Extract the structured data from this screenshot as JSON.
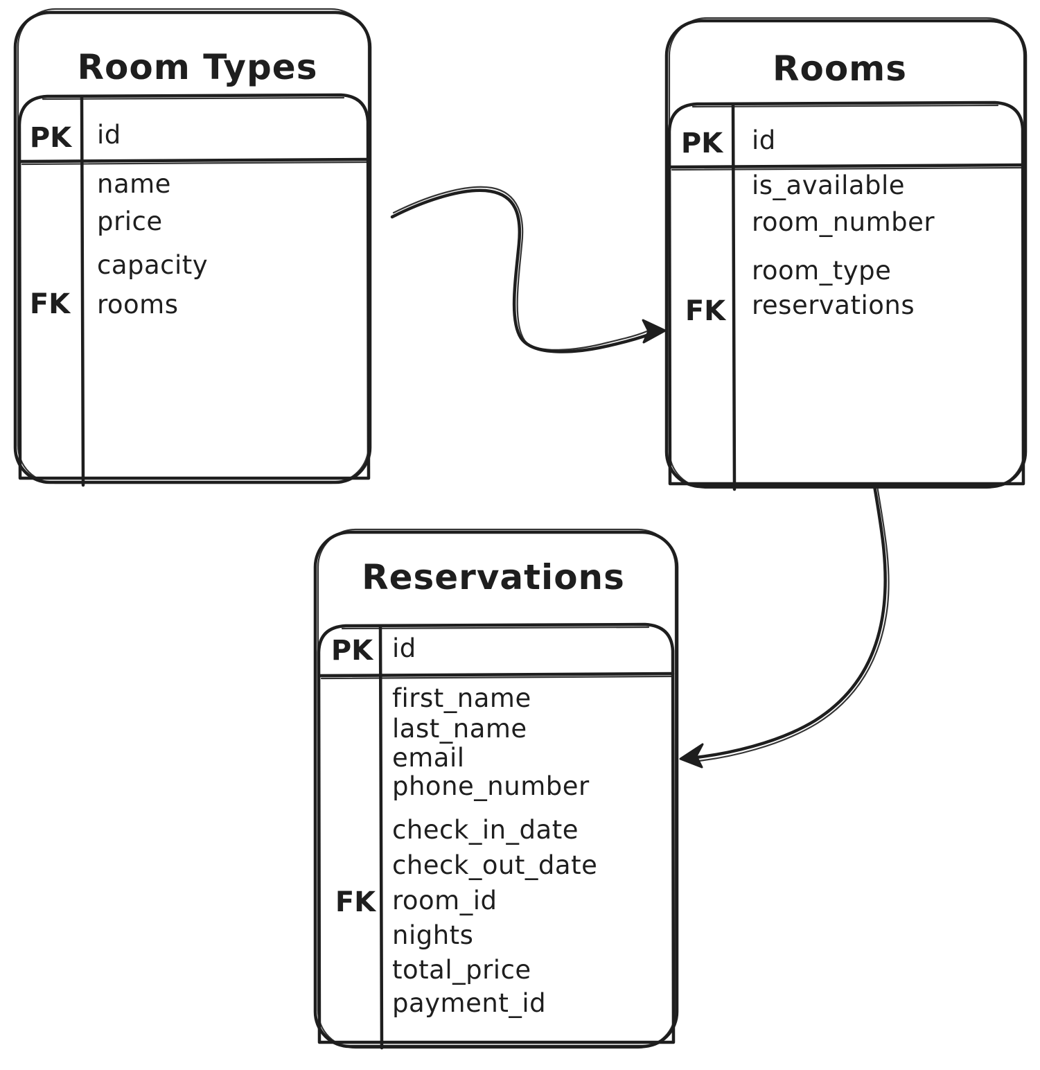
{
  "canvas": {
    "background_color": "#ffffff",
    "ink_color": "#1e1e1e",
    "style": "hand-drawn sketch"
  },
  "tables": {
    "room_types": {
      "title": "Room Types",
      "pk_label": "PK",
      "pk_field": "id",
      "fk_label": "FK",
      "fk_field": "rooms",
      "fields": [
        "name",
        "price",
        "capacity",
        "rooms"
      ]
    },
    "rooms": {
      "title": "Rooms",
      "pk_label": "PK",
      "pk_field": "id",
      "fk_label": "FK",
      "fk_field": "reservations",
      "fields": [
        "is_available",
        "room_number",
        "room_type",
        "reservations"
      ]
    },
    "reservations": {
      "title": "Reservations",
      "pk_label": "PK",
      "pk_field": "id",
      "fk_label": "FK",
      "fk_field": "room_id",
      "fields": [
        "first_name",
        "last_name",
        "email",
        "phone_number",
        "check_in_date",
        "check_out_date",
        "room_id",
        "nights",
        "total_price",
        "payment_id"
      ]
    }
  },
  "relationships": [
    {
      "from": "Room Types",
      "to": "Rooms"
    },
    {
      "from": "Rooms",
      "to": "Reservations"
    }
  ]
}
